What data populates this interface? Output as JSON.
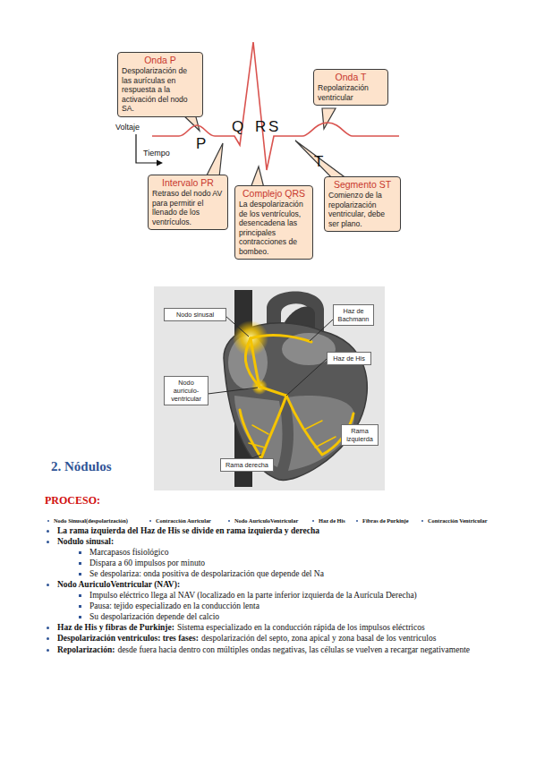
{
  "diagram": {
    "nodes": [
      {
        "text": [
          "Onda P",
          "Despolarización de las aurículas en respuesta a la activación del nodo SA."
        ]
      },
      {
        "text": [
          "Onda T",
          "Repolarización ventricular"
        ]
      },
      {
        "text": [
          "Intervalo PR",
          "Retraso del nodo AV para permitir el llenado de los ventrículos."
        ]
      },
      {
        "text": [
          "Complejo QRS",
          "La despolarización de los ventrículos, desencadena las principales contracciones de bombeo."
        ]
      },
      {
        "text": [
          "Segmento ST",
          "Comienzo de la repolarización ventricular, debe ser plano."
        ]
      },
      {
        "text": [
          "Nodo sinusal"
        ]
      },
      {
        "text": [
          "Haz de Bachmann"
        ]
      },
      {
        "text": [
          "Haz de His"
        ]
      },
      {
        "text": [
          "Nodo aurículo-ventricular"
        ]
      },
      {
        "text": [
          "Rama izquierda"
        ]
      },
      {
        "text": [
          "Rama derecha"
        ]
      }
    ],
    "labels": [
      "P",
      "Q",
      "R",
      "S",
      "T",
      "Voltaje",
      "Tiempo",
      "2. Nódulos",
      "PROCESO:",
      "Nodo Sinusal(despolarización)",
      "Contracción Auricular",
      "Nodo AuriculoVentricular",
      "Haz de His",
      "Fibras de Purkinje",
      "Contracción Ventricular",
      "La rama izquierda del Haz de His se divide en rama izquierda y derecha",
      "Nodulo sinusal:",
      "Marcapasos fisiológico",
      "Dispara a 60 impulsos por minuto",
      "Se despolariza: onda positiva de despolarización que depende del Na",
      "Nodo AuriculoVentricular (NAV):",
      "Impulso eléctrico llega al NAV (localizado en la parte inferior izquierda de la Aurícula Derecha)",
      "Pausa: tejido especializado en la conducción lenta",
      "Su despolarización depende del calcio",
      "Haz de His y fibras de Purkinje:",
      "Sistema especializado en la conducción rápida de los impulsos eléctricos",
      "Despolarización ventriculos: tres fases:",
      "despolarización del septo, zona apical y zona basal de los ventriculos",
      "Repolarización:",
      "desde fuera hacia dentro con múltiples ondas negativas, las células se vuelven a recargar negativamente"
    ]
  }
}
